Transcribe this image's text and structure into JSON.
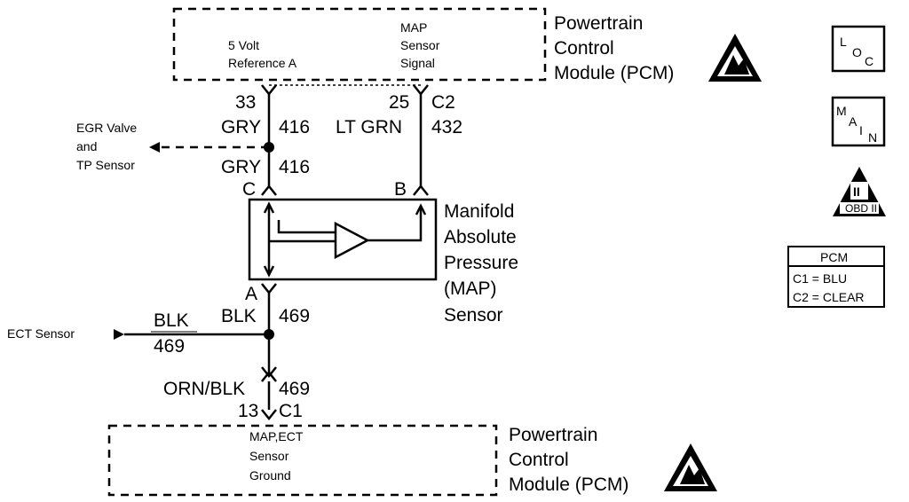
{
  "pcm_top": {
    "title_lines": [
      "Powertrain",
      "Control",
      "Module (PCM)"
    ],
    "ref_label_lines": [
      "5 Volt",
      "Reference A"
    ],
    "signal_label_lines": [
      "MAP",
      "Sensor",
      "Signal"
    ]
  },
  "pcm_bottom": {
    "title_lines": [
      "Powertrain",
      "Control",
      "Module (PCM)"
    ],
    "ground_label_lines": [
      "MAP,ECT",
      "Sensor",
      "Ground"
    ]
  },
  "circuits": {
    "ref_pin": "33",
    "ref_color": "GRY",
    "ref_circuit": "416",
    "ref_color_lower": "GRY",
    "ref_circuit_lower": "416",
    "signal_pin": "25",
    "signal_connector": "C2",
    "signal_color": "LT GRN",
    "signal_circuit": "432",
    "ground_color": "BLK",
    "ground_circuit": "469",
    "ground_color_lower": "ORN/BLK",
    "ground_circuit_lower": "469",
    "ground_pin": "13",
    "ground_connector": "C1"
  },
  "branches": {
    "egr_lines": [
      "EGR Valve",
      "and",
      "TP Sensor"
    ],
    "ect_label": "ECT Sensor",
    "ect_color": "BLK",
    "ect_circuit": "469"
  },
  "sensor": {
    "name_lines": [
      "Manifold",
      "Absolute",
      "Pressure",
      "(MAP)",
      "Sensor"
    ],
    "pin_c": "C",
    "pin_b": "B",
    "pin_a": "A"
  },
  "legend": {
    "loc_letters": [
      "L",
      "O",
      "C"
    ],
    "main_letters": [
      "M",
      "A",
      "I",
      "N"
    ],
    "obd_roman": "II",
    "obd_text": "OBD II",
    "pcm_table_title": "PCM",
    "pcm_table_rows": [
      "C1 = BLU",
      "C2 = CLEAR"
    ]
  }
}
